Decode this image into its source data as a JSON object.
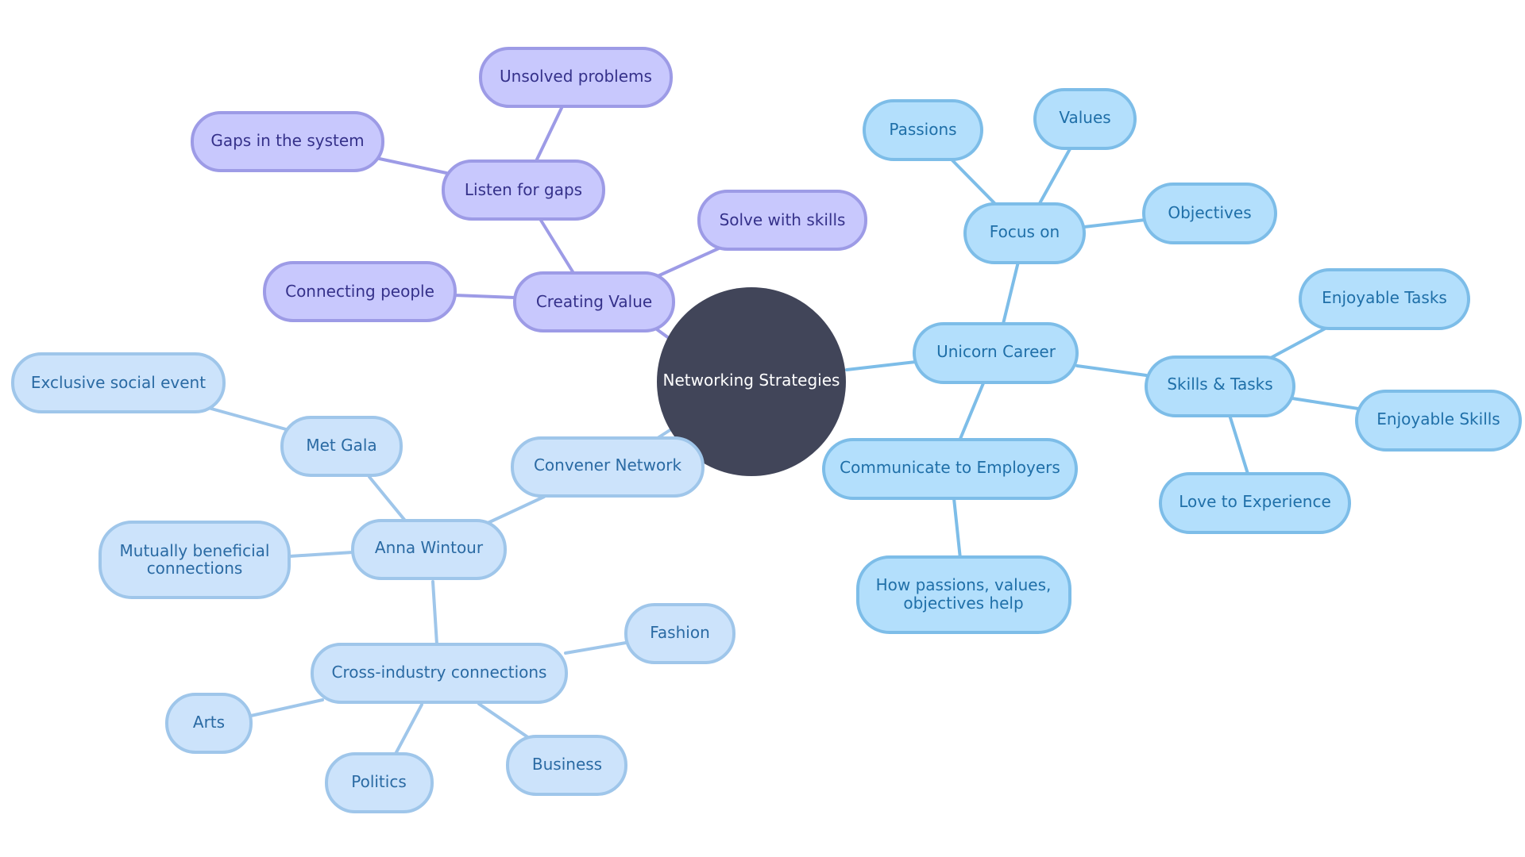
{
  "colors": {
    "background": "#ffffff",
    "root_fill": "#414559",
    "root_text": "#ffffff",
    "purple_fill": "#c8c8fd",
    "purple_stroke": "#9d9be6",
    "purple_text": "#35318a",
    "blue_fill": "#b3dffc",
    "blue_stroke": "#7dbde8",
    "blue_text": "#1f6fa8",
    "lightblue_fill": "#cce3fb",
    "lightblue_stroke": "#9fc6ea",
    "lightblue_text": "#2a6aa3"
  },
  "root": {
    "label": "Networking Strategies"
  },
  "branches": {
    "creating_value": {
      "label": "Creating Value",
      "children": {
        "listen_for_gaps": {
          "label": "Listen for gaps",
          "children": {
            "unsolved_problems": "Unsolved problems",
            "gaps_in_system": "Gaps in the system"
          }
        },
        "solve_with_skills": "Solve with skills",
        "connecting_people": "Connecting people"
      }
    },
    "unicorn_career": {
      "label": "Unicorn Career",
      "children": {
        "focus_on": {
          "label": "Focus on",
          "children": {
            "passions": "Passions",
            "values": "Values",
            "objectives": "Objectives"
          }
        },
        "skills_tasks": {
          "label": "Skills & Tasks",
          "children": {
            "enjoyable_tasks": "Enjoyable Tasks",
            "enjoyable_skills": "Enjoyable Skills",
            "love_to_experience": "Love to Experience"
          }
        },
        "communicate": {
          "label": "Communicate to Employers",
          "children": {
            "how_help": [
              "How passions, values,",
              "objectives help"
            ]
          }
        }
      }
    },
    "convener_network": {
      "label": "Convener Network",
      "children": {
        "anna_wintour": {
          "label": "Anna Wintour",
          "children": {
            "met_gala": {
              "label": "Met Gala",
              "children": {
                "exclusive_event": "Exclusive social event"
              }
            },
            "mutually_beneficial": [
              "Mutually beneficial",
              "connections"
            ],
            "cross_industry": {
              "label": "Cross-industry connections",
              "children": {
                "fashion": "Fashion",
                "arts": "Arts",
                "politics": "Politics",
                "business": "Business"
              }
            }
          }
        }
      }
    }
  }
}
